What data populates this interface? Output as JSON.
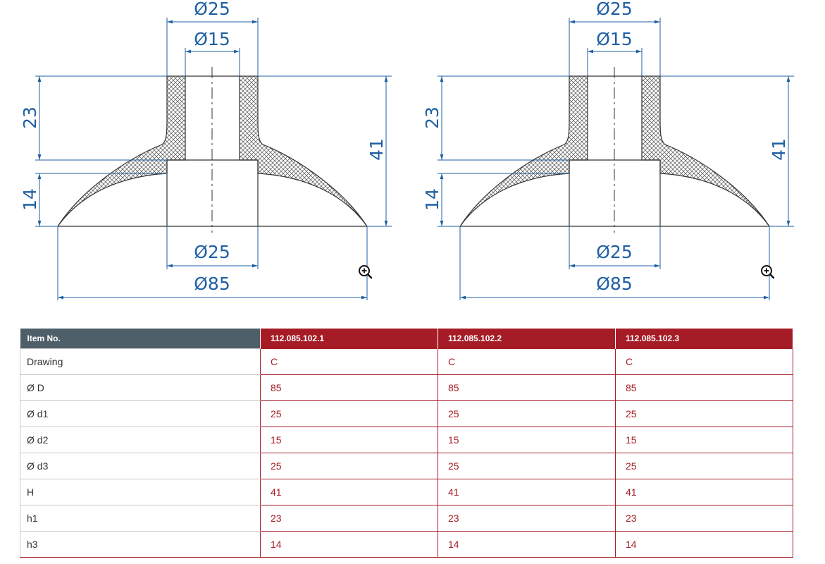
{
  "drawings": [
    {
      "dim_top_outer": "Ø25",
      "dim_top_inner": "Ø15",
      "dim_h1": "23",
      "dim_h3": "14",
      "dim_H": "41",
      "dim_bottom_inner": "Ø25",
      "dim_bottom_outer": "Ø85",
      "zoom_icon": "zoom-in-icon"
    },
    {
      "dim_top_outer": "Ø25",
      "dim_top_inner": "Ø15",
      "dim_h1": "23",
      "dim_h3": "14",
      "dim_H": "41",
      "dim_bottom_inner": "Ø25",
      "dim_bottom_outer": "Ø85",
      "zoom_icon": "zoom-in-icon"
    }
  ],
  "table": {
    "header_label": "Item No.",
    "items": [
      "112.085.102.1",
      "112.085.102.2",
      "112.085.102.3"
    ],
    "rows": [
      {
        "label": "Drawing",
        "values": [
          "C",
          "C",
          "C"
        ]
      },
      {
        "label": "Ø D",
        "values": [
          "85",
          "85",
          "85"
        ]
      },
      {
        "label": "Ø d1",
        "values": [
          "25",
          "25",
          "25"
        ]
      },
      {
        "label": "Ø d2",
        "values": [
          "15",
          "15",
          "15"
        ]
      },
      {
        "label": "Ø d3",
        "values": [
          "25",
          "25",
          "25"
        ]
      },
      {
        "label": "H",
        "values": [
          "41",
          "41",
          "41"
        ]
      },
      {
        "label": "h1",
        "values": [
          "23",
          "23",
          "23"
        ]
      },
      {
        "label": "h3",
        "values": [
          "14",
          "14",
          "14"
        ]
      }
    ]
  },
  "colors": {
    "dimension_blue": "#1f5fa3",
    "header_gray": "#4f5f6a",
    "accent_red": "#a61c26"
  }
}
